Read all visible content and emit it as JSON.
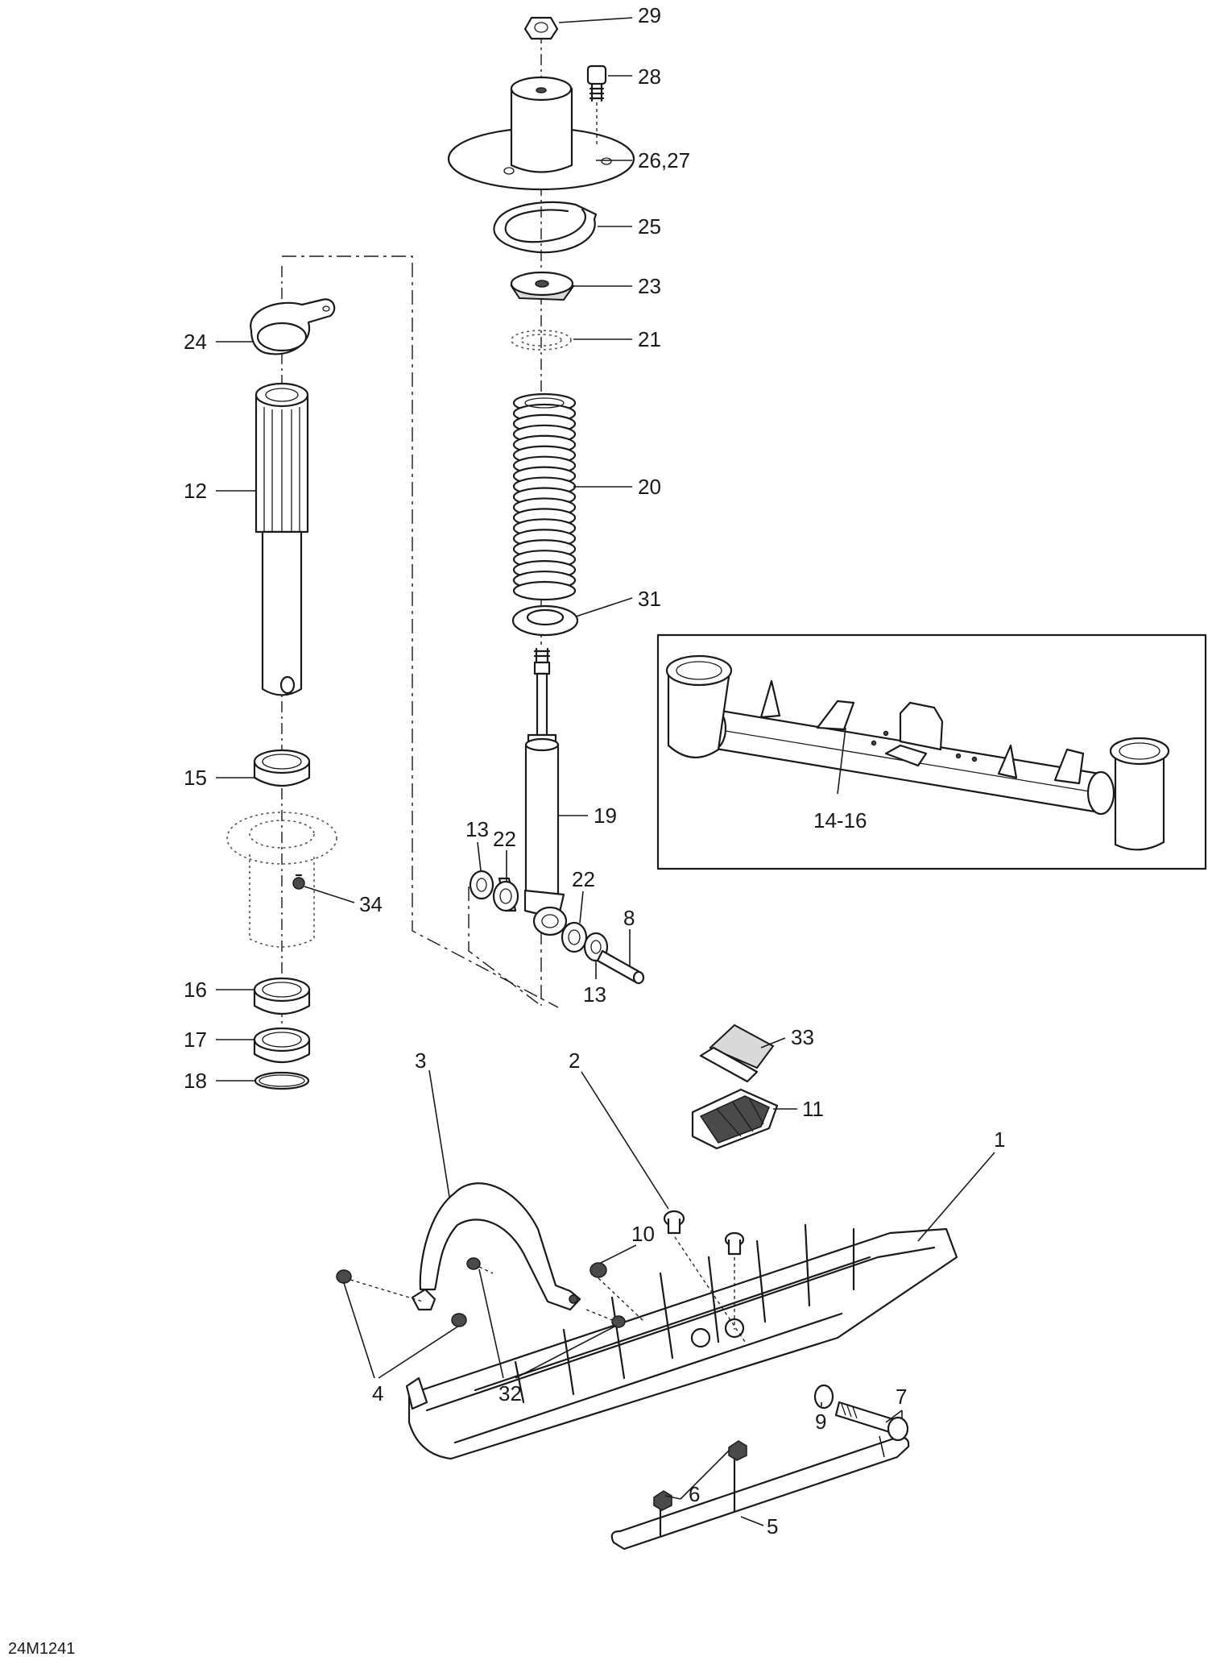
{
  "drawing_code": "24M1241",
  "callouts": {
    "c1": "1",
    "c2": "2",
    "c3": "3",
    "c4": "4",
    "c5": "5",
    "c6": "6",
    "c7": "7",
    "c8": "8",
    "c9": "9",
    "c10": "10",
    "c11": "11",
    "c12": "12",
    "c13a": "13",
    "c13b": "13",
    "c14_16": "14-16",
    "c15": "15",
    "c16": "16",
    "c17": "17",
    "c18": "18",
    "c19": "19",
    "c20": "20",
    "c21": "21",
    "c22a": "22",
    "c22b": "22",
    "c23": "23",
    "c24": "24",
    "c25": "25",
    "c26_27": "26,27",
    "c28": "28",
    "c29": "29",
    "c31": "31",
    "c32": "32",
    "c33": "33",
    "c34": "34"
  }
}
